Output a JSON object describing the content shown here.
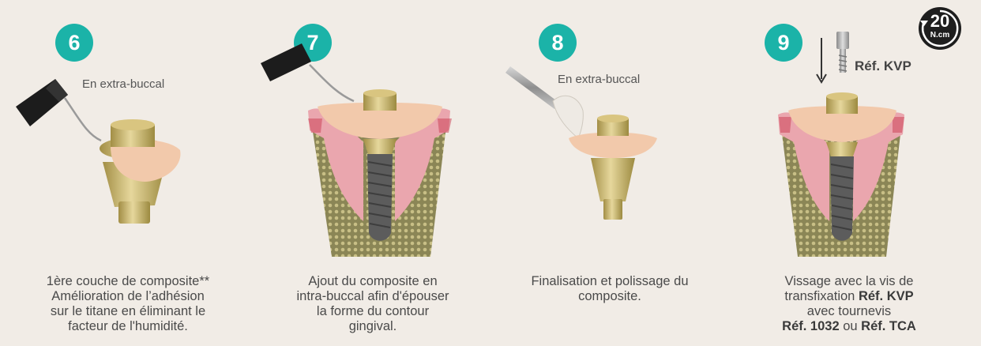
{
  "steps": [
    {
      "number": "6",
      "note": "En extra-buccal",
      "caption": [
        "1ère couche de composite**",
        "Amélioration de l’adhésion",
        "sur le titane en éliminant le",
        "facteur de l'humidité."
      ]
    },
    {
      "number": "7",
      "caption": [
        "Ajout du composite en",
        "intra-buccal afin d'épouser",
        "la forme du contour",
        "gingival."
      ]
    },
    {
      "number": "8",
      "note": "En extra-buccal",
      "caption": [
        "Finalisation et polissage du",
        "composite."
      ]
    },
    {
      "number": "9",
      "screw_ref": "Réf. KVP",
      "caption_line1": "Vissage avec la vis de",
      "caption_line2_text": "transfixation",
      "caption_line2_bold": "Réf. KVP",
      "caption_line3": "avec tournevis",
      "caption_line4_bold1": "Réf. 1032",
      "caption_line4_text": "ou",
      "caption_line4_bold2": "Réf. TCA"
    }
  ],
  "torque": {
    "value": "20",
    "unit": "N.cm",
    "icon": "torque-rotate-icon"
  },
  "colors": {
    "accent": "#1bb3a8",
    "gold": "#c9b46a",
    "composite": "#f0c8a8",
    "gum": "#e9a7b0",
    "bone": "#8d8a5e",
    "implant": "#5a5a5a"
  }
}
